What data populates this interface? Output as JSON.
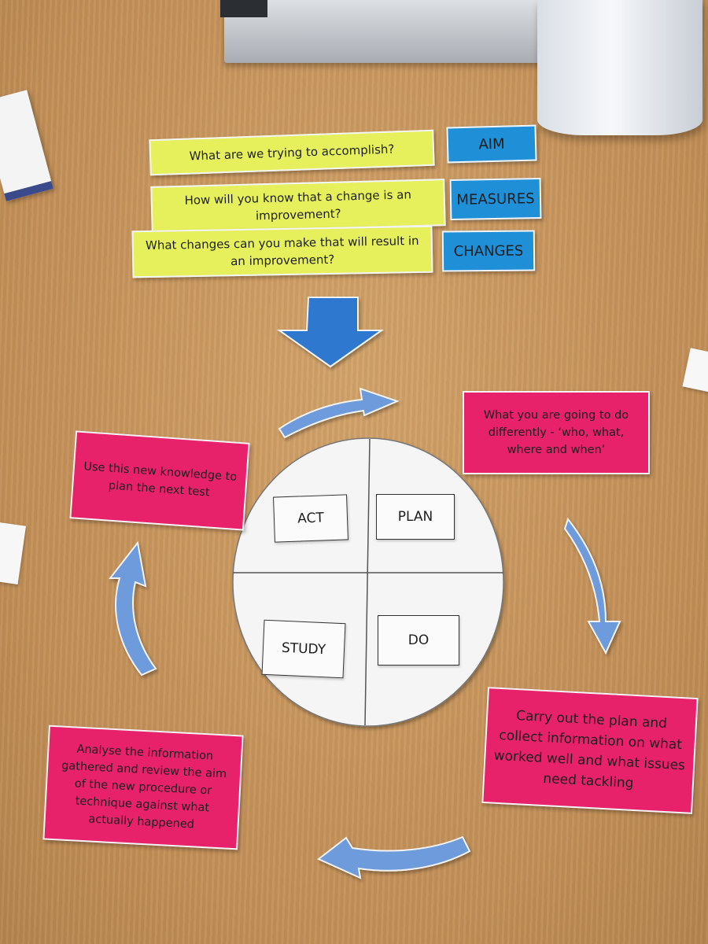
{
  "questions": [
    {
      "text": "What are we trying to accomplish?",
      "tag": "AIM"
    },
    {
      "text": "How will you know that a change is an improvement?",
      "tag": "MEASURES"
    },
    {
      "text": "What changes can you make that will result in an improvement?",
      "tag": "CHANGES"
    }
  ],
  "cycle": {
    "quadrants": [
      "ACT",
      "PLAN",
      "STUDY",
      "DO"
    ],
    "plan_note": "What you are going to do differently - ‘who, what, where and when’",
    "do_note": "Carry out the plan and collect information on what worked well and what issues need tackling",
    "study_note": "Analyse the information gathered and review the aim of the new procedure or technique against what actually happened",
    "act_note": "Use this new knowledge to plan the next test"
  },
  "colors": {
    "yellow_card": "#e6f05c",
    "blue_card": "#1f8fd8",
    "pink_card": "#e8226a",
    "arrow_blue": "#6e9bdc",
    "table": "#c9985f"
  }
}
